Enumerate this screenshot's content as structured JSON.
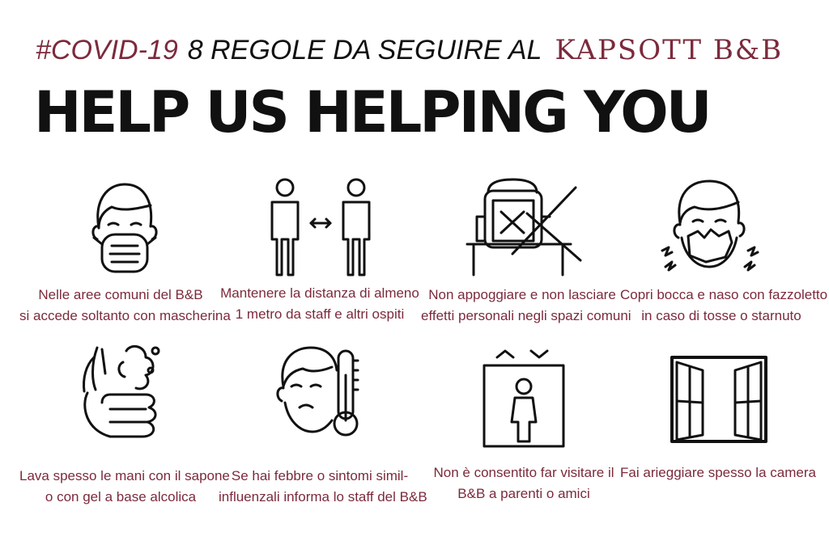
{
  "header": {
    "hashtag": "#COVID-19",
    "subtitle": "8 REGOLE DA SEGUIRE AL",
    "brand": "KAPSOTT B&B"
  },
  "headline": "HELP US HELPING YOU",
  "colors": {
    "accent": "#7c2a3c",
    "ink": "#111111"
  },
  "rules": [
    {
      "icon": "face-mask-icon",
      "lines": [
        "Nelle aree comuni del B&B",
        "si accede soltanto con  mascherina"
      ]
    },
    {
      "icon": "social-distance-icon",
      "lines": [
        "Mantenere la distanza di almeno",
        "1 metro da staff e altri ospiti"
      ]
    },
    {
      "icon": "no-belongings-icon",
      "lines": [
        "Non appoggiare e non lasciare",
        "effetti personali negli spazi comuni"
      ]
    },
    {
      "icon": "sneeze-tissue-icon",
      "lines": [
        "Copri bocca e naso con fazzoletto",
        "in caso di tosse o starnuto"
      ]
    },
    {
      "icon": "hand-washing-icon",
      "lines": [
        "Lava spesso le mani con il sapone",
        "o con gel a base alcolica"
      ]
    },
    {
      "icon": "fever-thermometer-icon",
      "lines": [
        "Se hai febbre o sintomi simil-",
        "influenzali informa lo staff del B&B"
      ]
    },
    {
      "icon": "no-visitors-icon",
      "lines": [
        "Non è consentito far visitare il",
        "B&B a parenti o amici"
      ]
    },
    {
      "icon": "open-window-icon",
      "lines": [
        "Fai arieggiare spesso la camera"
      ]
    }
  ]
}
